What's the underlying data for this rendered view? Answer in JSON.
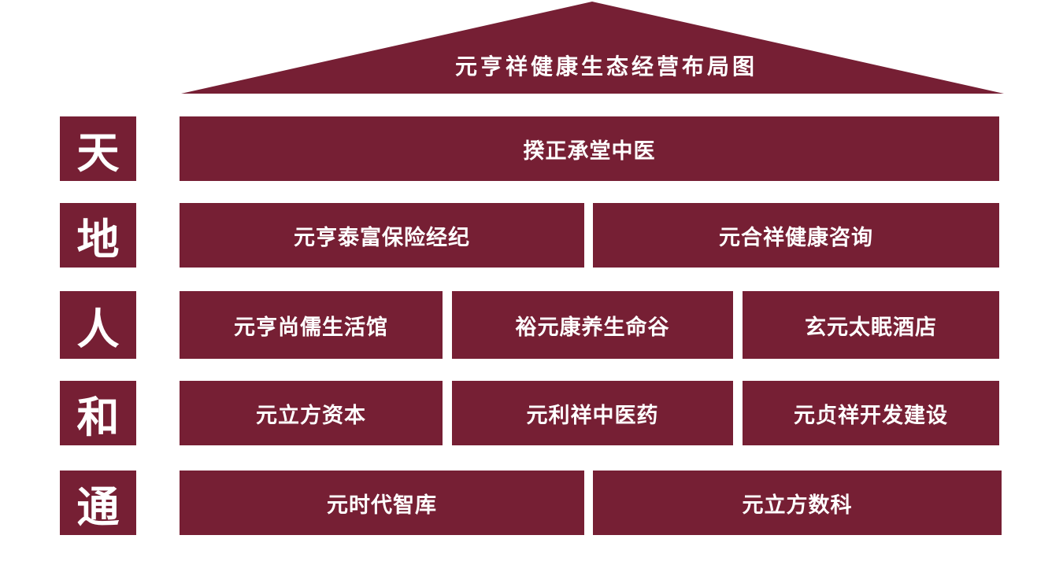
{
  "title": "元亨祥健康生态经营布局图",
  "colors": {
    "brand": "#761f34",
    "text": "#ffffff"
  },
  "rows": [
    {
      "label": "天",
      "cells": [
        "揆正承堂中医"
      ]
    },
    {
      "label": "地",
      "cells": [
        "元亨泰富保险经纪",
        "元合祥健康咨询"
      ]
    },
    {
      "label": "人",
      "cells": [
        "元亨尚儒生活馆",
        "裕元康养生命谷",
        "玄元太眠酒店"
      ]
    },
    {
      "label": "和",
      "cells": [
        "元立方资本",
        "元利祥中医药",
        "元贞祥开发建设"
      ]
    },
    {
      "label": "通",
      "cells": [
        "元时代智库",
        "元立方数科"
      ]
    }
  ]
}
